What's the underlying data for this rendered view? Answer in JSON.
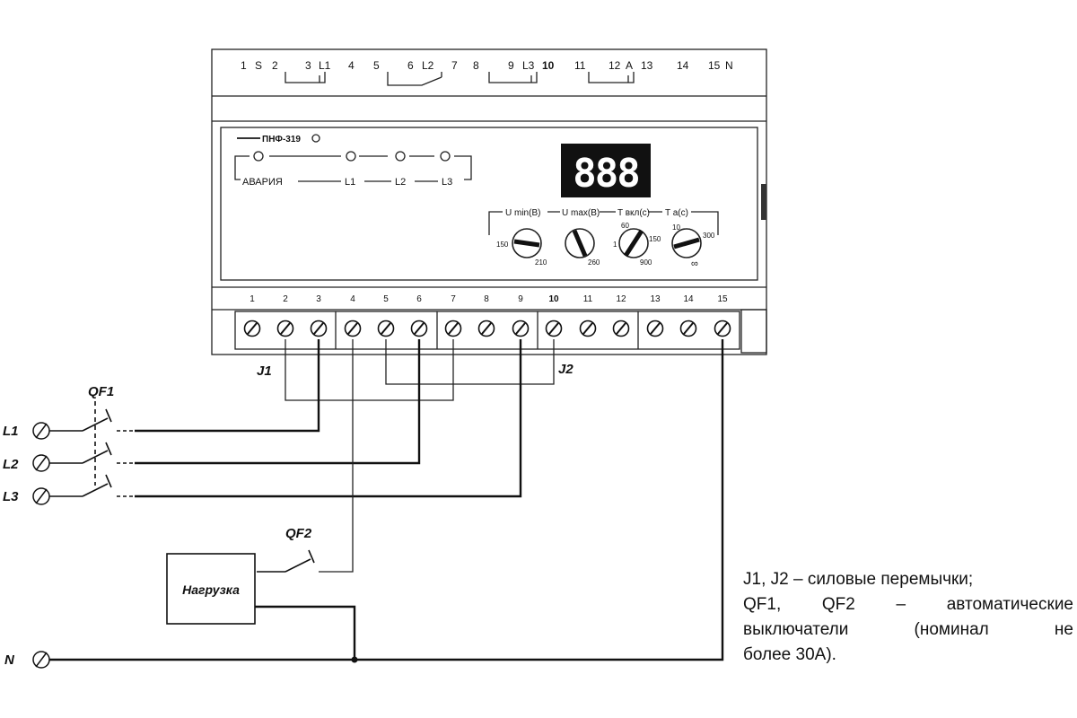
{
  "device": {
    "top_terminals": [
      "1",
      "S",
      "2",
      "3",
      "L1",
      "4",
      "5",
      "6",
      "L2",
      "7",
      "8",
      "9",
      "L3",
      "10",
      "11",
      "12",
      "A",
      "13",
      "14",
      "15",
      "N"
    ],
    "brand_text": "ПНФ-319",
    "header_right_text": "",
    "indicators": [
      "АВАРИЯ",
      "L1",
      "L2",
      "L3"
    ],
    "display_value": "888",
    "knob_headers": [
      "U min(B)",
      "U max(B)",
      "T вкл(c)",
      "T a(c)"
    ],
    "knob_scale_labels": [
      {
        "min": "150",
        "max": "210"
      },
      {
        "min": "",
        "max": "260"
      },
      {
        "min": "1",
        "mid": "60",
        "max": "150",
        "low": "900"
      },
      {
        "min": "",
        "max": "300",
        "top": "10",
        "low": "∞"
      }
    ],
    "bottom_caption": "",
    "bottom_terminal_numbers": [
      "1",
      "2",
      "3",
      "4",
      "5",
      "6",
      "7",
      "8",
      "9",
      "10",
      "11",
      "12",
      "13",
      "14",
      "15"
    ]
  },
  "jumpers": {
    "j1": "J1",
    "j2": "J2"
  },
  "breakers": {
    "qf1": "QF1",
    "qf2": "QF2"
  },
  "lines": {
    "l1": "L1",
    "l2": "L2",
    "l3": "L3",
    "n": "N"
  },
  "load": {
    "label": "Нагрузка"
  },
  "note": {
    "line1": "J1, J2 – силовые перемычки;",
    "line2": "QF1, QF2 – автоматические",
    "line3": "выключатели (номинал не",
    "line4": "более 30А)."
  }
}
